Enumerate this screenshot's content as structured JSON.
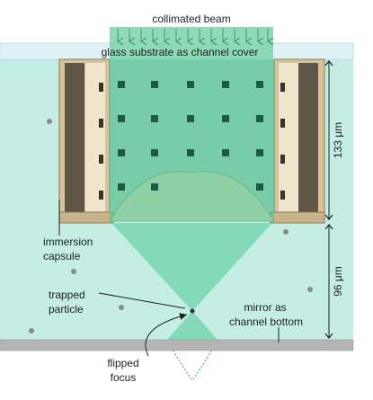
{
  "labels": {
    "beam": "collimated beam",
    "glass": "glass substrate as channel cover",
    "capsule_line1": "immersion",
    "capsule_line2": "capsule",
    "particle_line1": "trapped",
    "particle_line2": "particle",
    "mirror_line1": "mirror as",
    "mirror_line2": "channel bottom",
    "focus_line1": "flipped",
    "focus_line2": "focus"
  },
  "dimensions": {
    "upper": "133 μm",
    "lower": "96 μm"
  },
  "colors": {
    "channel_fluid": "#c4ede3",
    "glass": "#dff3f6",
    "beam": "#4cbd8a",
    "capsule_frame": "#d6c39a",
    "lens_dome": "#8fd0a4",
    "mirror": "#b5b5b5",
    "square_marker": "#1e5a3e",
    "particle_dot": "#8a8a8a"
  }
}
